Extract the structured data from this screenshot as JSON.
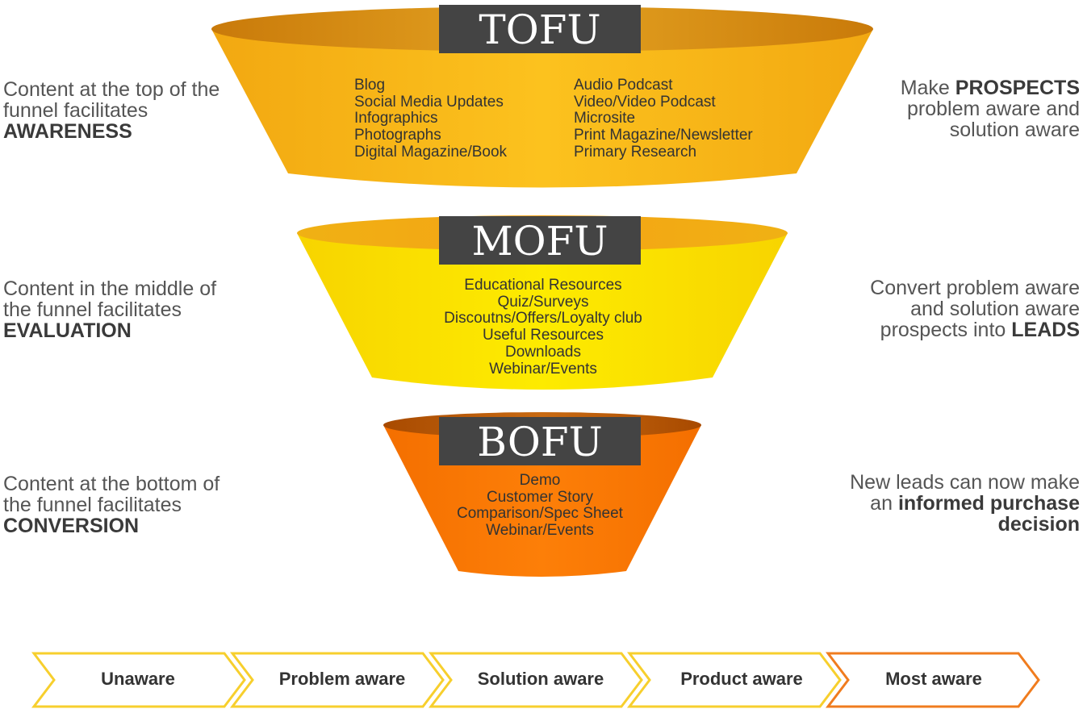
{
  "funnel": {
    "tofu": {
      "label": "TOFU",
      "items_left": [
        "Blog",
        "Social Media Updates",
        "Infographics",
        "Photographs",
        "Digital Magazine/Book"
      ],
      "items_right": [
        "Audio Podcast",
        "Video/Video Podcast",
        "Microsite",
        "Print Magazine/Newsletter",
        "Primary Research"
      ],
      "left_text": [
        "Content at the top of the",
        "funnel facilitates"
      ],
      "left_bold": "AWARENESS",
      "right_pre": "Make ",
      "right_bold": "PROSPECTS",
      "right_lines": [
        "problem aware and",
        "solution aware"
      ],
      "color": "#f6b71a"
    },
    "mofu": {
      "label": "MOFU",
      "items": [
        "Educational Resources",
        "Quiz/Surveys",
        "Discoutns/Offers/Loyalty club",
        "Useful Resources",
        "Downloads",
        "Webinar/Events"
      ],
      "left_text": [
        "Content in the middle of",
        "the funnel facilitates"
      ],
      "left_bold": "EVALUATION",
      "right_lines": [
        "Convert problem aware",
        "and solution aware"
      ],
      "right_pre": "prospects into ",
      "right_bold": "LEADS",
      "color": "#fbe200"
    },
    "bofu": {
      "label": "BOFU",
      "items": [
        "Demo",
        "Customer Story",
        "Comparison/Spec Sheet",
        "Webinar/Events"
      ],
      "left_text": [
        "Content at the bottom of",
        "the funnel facilitates"
      ],
      "left_bold": "CONVERSION",
      "right_line1": "New leads can now make",
      "right_pre": "an ",
      "right_bold": "informed purchase",
      "right_bold2": "decision",
      "color": "#fb7a05"
    }
  },
  "stages": [
    "Unaware",
    "Problem aware",
    "Solution aware",
    "Product aware",
    "Most aware"
  ],
  "colors": {
    "stage_yellow": "#f7cf2d",
    "stage_orange": "#f07c1e",
    "label_bg": "#444444"
  }
}
